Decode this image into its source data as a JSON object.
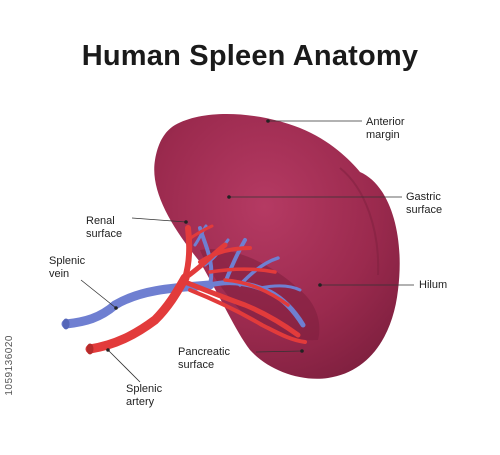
{
  "title": "Human Spleen Anatomy",
  "labels": {
    "anterior_margin": "Anterior\nmargin",
    "gastric_surface": "Gastric\nsurface",
    "renal_surface": "Renal\nsurface",
    "hilum": "Hilum",
    "splenic_vein": "Splenic\nvein",
    "pancreatic_surface": "Pancreatic\nsurface",
    "splenic_artery": "Splenic\nartery"
  },
  "watermark": "1059136020",
  "colors": {
    "spleen": "#9b2a4e",
    "spleen_light": "#b53a63",
    "spleen_shadow": "#7d1f3e",
    "vein": "#6f7fd1",
    "artery": "#e23b3b"
  }
}
